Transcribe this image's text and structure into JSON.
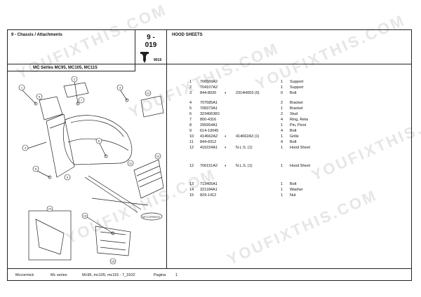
{
  "header": {
    "section_title": "9 - Chassis / Attachments",
    "code_line1": "9 -",
    "code_line2": "019",
    "sub_code": "9019",
    "model_series": "MC Series MC95, MC105, MC115",
    "group_title": "HOOD SHEETS"
  },
  "watermark": "YOUFIXTHIS.COM",
  "diagram": {
    "callouts": [
      "1",
      "2",
      "3",
      "4",
      "5",
      "6",
      "7",
      "8",
      "9",
      "10",
      "11",
      "12",
      "13",
      "14",
      "15"
    ],
    "brand": "MCCORMICK"
  },
  "parts": [
    {
      "ref": "1",
      "part": "706569A2",
      "mark": "",
      "alt": "",
      "qty": "1",
      "desc": "Support"
    },
    {
      "ref": "2",
      "part": "704107A2",
      "mark": "",
      "alt": "",
      "qty": "1",
      "desc": "Support"
    },
    {
      "ref": "3",
      "part": "844-8020",
      "mark": "◐",
      "alt": "2314H003  (0)",
      "qty": "0",
      "desc": "Bolt"
    },
    {
      "ref": "4",
      "part": "707585A1",
      "mark": "",
      "alt": "",
      "qty": "2",
      "desc": "Bracket"
    },
    {
      "ref": "5",
      "part": "708373A1",
      "mark": "",
      "alt": "",
      "qty": "1",
      "desc": "Bracket"
    },
    {
      "ref": "6",
      "part": "3234063R1",
      "mark": "",
      "alt": "",
      "qty": "2",
      "desc": "Stud"
    },
    {
      "ref": "7",
      "part": "800-4316",
      "mark": "",
      "alt": "",
      "qty": "4",
      "desc": "Ring, Reta"
    },
    {
      "ref": "8",
      "part": "295954A1",
      "mark": "",
      "alt": "",
      "qty": "1",
      "desc": "Pin, Pivot"
    },
    {
      "ref": "9",
      "part": "614-10045",
      "mark": "",
      "alt": "",
      "qty": "4",
      "desc": "Bolt"
    },
    {
      "ref": "10",
      "part": "414662A2",
      "mark": "◐",
      "alt": "414662A3  (1)",
      "qty": "1",
      "desc": "Grille"
    },
    {
      "ref": "11",
      "part": "844-6012",
      "mark": "",
      "alt": "",
      "qty": "4",
      "desc": "Bolt"
    },
    {
      "ref": "12",
      "part": "416224A1",
      "mark": "◐",
      "alt": "N.L.S.  (1)",
      "qty": "1",
      "desc": "Hood Sheet"
    },
    {
      "ref": "12",
      "part": "706151A2",
      "mark": "◐",
      "alt": "N.L.S.  (1)",
      "qty": "1",
      "desc": "Hood Sheet"
    },
    {
      "ref": "13",
      "part": "713405A1",
      "mark": "",
      "alt": "",
      "qty": "1",
      "desc": "Bolt"
    },
    {
      "ref": "14",
      "part": "321184A1",
      "mark": "",
      "alt": "",
      "qty": "1",
      "desc": "Washer"
    },
    {
      "ref": "15",
      "part": "829-1412",
      "mark": "",
      "alt": "",
      "qty": "1",
      "desc": "Nut"
    }
  ],
  "footer": {
    "brand": "Mccormick",
    "series": "Mc series",
    "doc": "Mc95, mc105, mc115 - 7_3102",
    "page_label": "Pagina",
    "page_number": "1"
  }
}
